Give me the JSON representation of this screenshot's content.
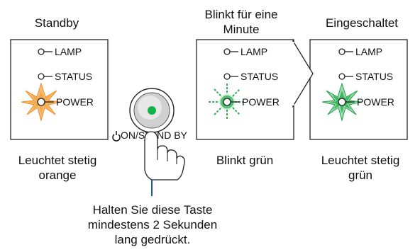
{
  "colors": {
    "orange": "#f08a1a",
    "green": "#1fa04a",
    "button_green": "#15b24a",
    "line": "#1a5aa8"
  },
  "panels": [
    {
      "id": "standby",
      "title": "Standby",
      "caption": "Leuchtet stetig orange",
      "led_lamp": "LAMP",
      "led_status": "STATUS",
      "led_power": "POWER",
      "power_color": "orange"
    },
    {
      "id": "blink",
      "title": "Blinkt für eine Minute",
      "caption": "Blinkt grün",
      "led_lamp": "LAMP",
      "led_status": "STATUS",
      "led_power": "POWER",
      "power_color": "green"
    },
    {
      "id": "on",
      "title": "Eingeschaltet",
      "caption": "Leuchtet stetig grün",
      "led_lamp": "LAMP",
      "led_status": "STATUS",
      "led_power": "POWER",
      "power_color": "green"
    }
  ],
  "button": {
    "label": "ON/STAND BY",
    "icon": "power-icon"
  },
  "instruction": "Halten Sie diese Taste mindestens 2 Sekunden lang gedrückt."
}
